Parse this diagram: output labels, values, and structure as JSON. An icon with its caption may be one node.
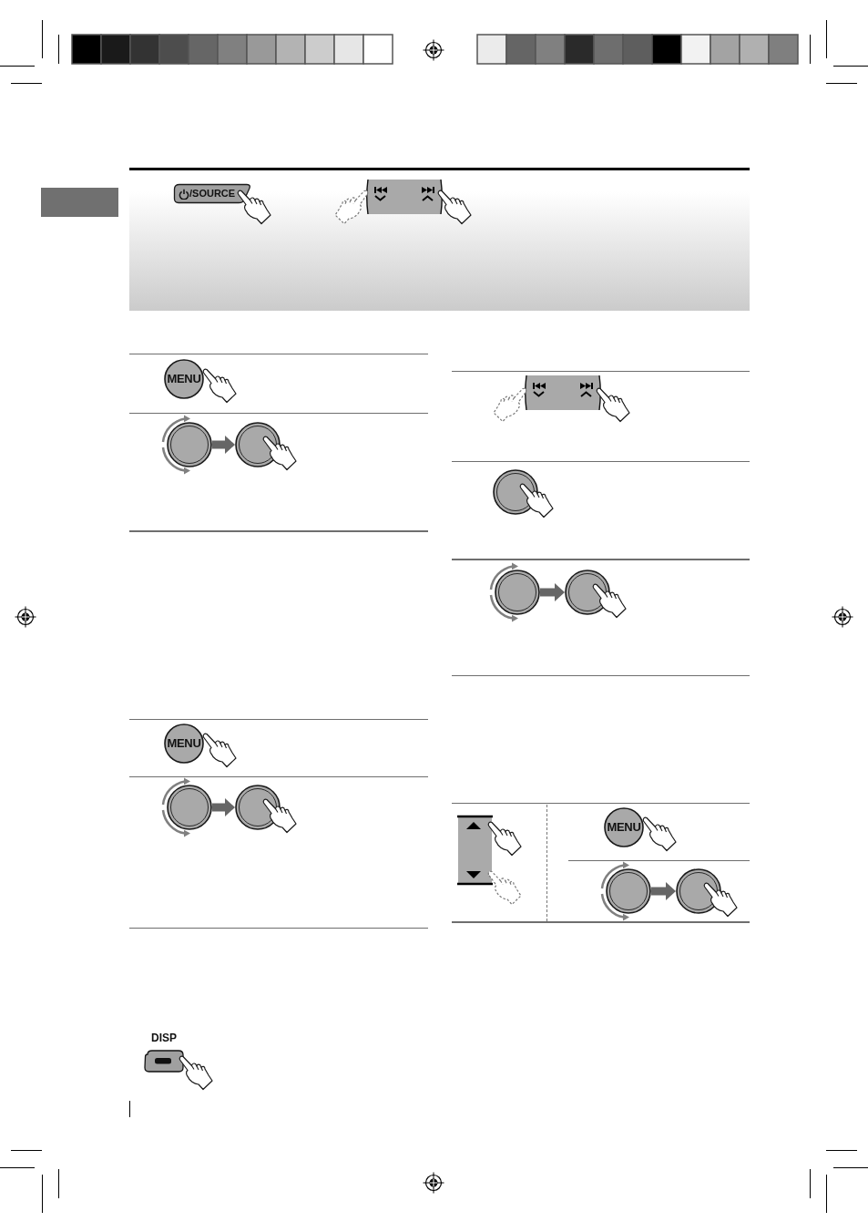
{
  "diagram": {
    "nodes": [
      {
        "text": [],
        "shape": "box"
      },
      {
        "text": [
          "/SOURCE"
        ]
      },
      {
        "text": [
          "MENU"
        ]
      },
      {
        "text": [],
        "shape": "circle"
      },
      {
        "text": [],
        "shape": "circle"
      },
      {
        "text": [
          "MENU"
        ]
      },
      {
        "text": [],
        "shape": "circle"
      },
      {
        "text": [],
        "shape": "circle"
      },
      {
        "text": [
          "DISP"
        ]
      },
      {
        "text": [],
        "shape": "circle"
      },
      {
        "text": [],
        "shape": "circle"
      },
      {
        "text": [],
        "shape": "circle"
      },
      {
        "text": [
          "MENU"
        ]
      },
      {
        "text": [],
        "shape": "circle"
      },
      {
        "text": [],
        "shape": "circle"
      }
    ],
    "edges": [
      {
        "from": 3,
        "to": 4,
        "arrow": "to"
      },
      {
        "from": 6,
        "to": 7,
        "arrow": "to"
      },
      {
        "from": 10,
        "to": 11,
        "arrow": "to"
      },
      {
        "from": 13,
        "to": 14,
        "arrow": "to"
      }
    ]
  }
}
